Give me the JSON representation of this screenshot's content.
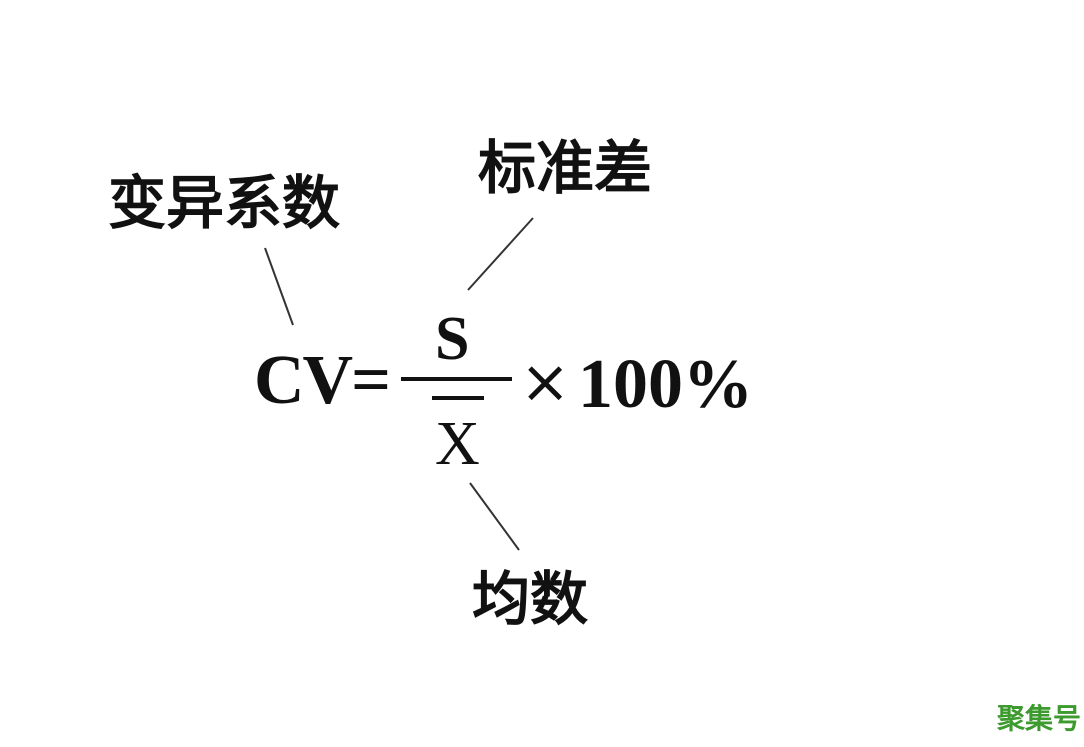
{
  "labels": {
    "cv": "变异系数",
    "std": "标准差",
    "mean": "均数"
  },
  "formula": {
    "lhs": "CV=",
    "numerator": "S",
    "denominator": "X",
    "times": "×",
    "percent": "100%"
  },
  "watermark": {
    "text": "聚集号",
    "color": "#3c9a2e"
  }
}
